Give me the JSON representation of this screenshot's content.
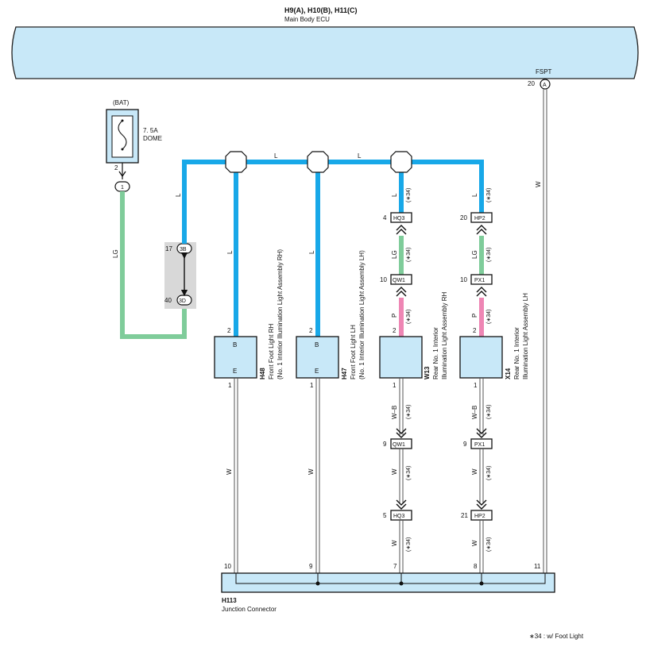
{
  "ecu": {
    "code": "H9(A), H10(B), H11(C)",
    "name": "Main Body ECU",
    "terminal_name": "FSPT",
    "terminal_pin": "20",
    "terminal_connector": "A"
  },
  "fuse": {
    "source": "(BAT)",
    "rating": "7. 5A",
    "name": "DOME",
    "pin": "2",
    "junction": "1"
  },
  "junction_block": {
    "top_pin": "17",
    "top_label": "3B",
    "bottom_pin": "40",
    "bottom_label": "3D"
  },
  "wires": {
    "L": "L",
    "LG": "LG",
    "W": "W",
    "P": "P",
    "WB": "W–B",
    "note": "(∗34)"
  },
  "components": [
    {
      "code": "H48",
      "name1": "Front Foot Light RH",
      "name2": "(No. 1 Interior Illumination Light Assembly RH)",
      "pin_top": "2",
      "pin_bottom": "1",
      "label_top": "B",
      "label_bottom": "E"
    },
    {
      "code": "H47",
      "name1": "Front Foot Light LH",
      "name2": "(No. 1 Interior Illumination Light Assembly LH)",
      "pin_top": "2",
      "pin_bottom": "1",
      "label_top": "B",
      "label_bottom": "E"
    },
    {
      "code": "W13",
      "name1": "Rear No. 1 Interior",
      "name2": "Illumination Light Assembly RH",
      "pin_top": "2",
      "pin_bottom": "1"
    },
    {
      "code": "X14",
      "name1": "Rear No. 1 Interior",
      "name2": "Illumination Light Assembly LH",
      "pin_top": "2",
      "pin_bottom": "1"
    }
  ],
  "connectors": [
    {
      "pin": "4",
      "name": "HQ3"
    },
    {
      "pin": "10",
      "name": "QW1"
    },
    {
      "pin": "9",
      "name": "QW1"
    },
    {
      "pin": "5",
      "name": "HQ3"
    },
    {
      "pin": "20",
      "name": "HP2"
    },
    {
      "pin": "10",
      "name": "PX1"
    },
    {
      "pin": "9",
      "name": "PX1"
    },
    {
      "pin": "21",
      "name": "HP2"
    }
  ],
  "junction_connector": {
    "code": "H113",
    "name": "Junction Connector",
    "pins": [
      "10",
      "9",
      "7",
      "8",
      "11"
    ]
  },
  "footnote": "∗34 : w/ Foot Light",
  "colors": {
    "blue_wire": "#18a8e8",
    "green_wire": "#7fcc9a",
    "pink_wire": "#ee86b4",
    "ecu_fill": "#c8e8f8",
    "box_fill": "#c8e8f8",
    "junction_fill": "#d8d8d8"
  }
}
